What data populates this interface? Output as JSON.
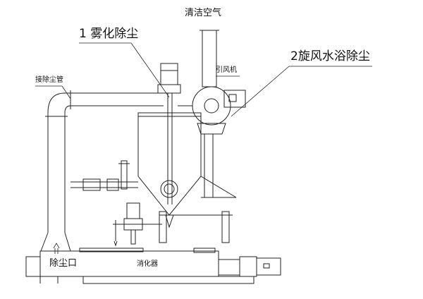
{
  "diagram": {
    "labels": {
      "clean_air": "清洁空气",
      "atomization_dust_removal": "1 雾化除尘",
      "cyclone_water_bath_dust_removal": "2旋风水浴除尘",
      "induced_draft_fan": "引风机",
      "dust_pipe_connection": "接除尘管",
      "dust_outlet": "除尘口",
      "digester": "消化器"
    },
    "colors": {
      "line": "#222222",
      "background": "#ffffff"
    }
  }
}
